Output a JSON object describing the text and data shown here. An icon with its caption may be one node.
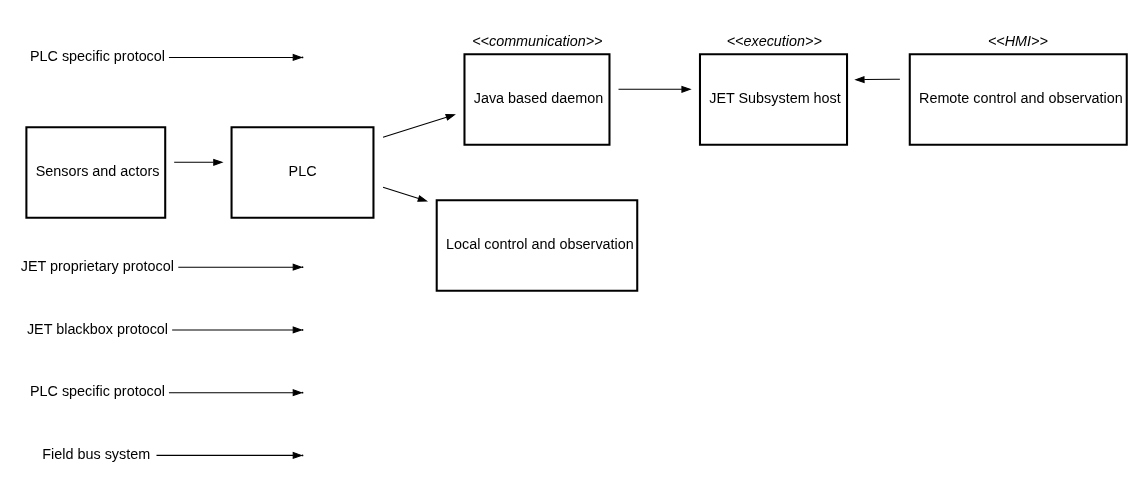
{
  "diagram": {
    "nodes": [
      {
        "text": [
          "Field bus system"
        ]
      },
      {
        "text": [
          "PLC specific protocol"
        ]
      },
      {
        "text": [
          "JET blackbox protocol"
        ]
      },
      {
        "text": [
          "JET proprietary protocol"
        ]
      },
      {
        "text": [
          "Sensors and actors"
        ]
      },
      {
        "text": [
          "PLC"
        ]
      },
      {
        "text": [
          "Java based daemon"
        ],
        "beside": [
          "<<communication>>"
        ]
      },
      {
        "text": [
          "JET Subsystem host"
        ],
        "beside": [
          "<<execution>>"
        ]
      },
      {
        "text": [
          "Remote control and observation"
        ],
        "beside": [
          "<<HMI>>"
        ]
      },
      {
        "text": [
          "PLC specific protocol"
        ]
      },
      {
        "text": [
          "Local control and observation"
        ]
      }
    ],
    "edges": [
      {
        "from": 4,
        "to": 5,
        "arrow": "to"
      },
      {
        "from": 5,
        "to": 6,
        "arrow": "to"
      },
      {
        "from": 6,
        "to": 7,
        "arrow": "to"
      },
      {
        "from": 8,
        "to": 7,
        "arrow": "to"
      },
      {
        "from": 5,
        "to": 10,
        "arrow": "to"
      },
      {
        "from": 0,
        "to": null,
        "arrow": "to"
      },
      {
        "from": 1,
        "to": null,
        "arrow": "to"
      },
      {
        "from": 2,
        "to": null,
        "arrow": "to"
      },
      {
        "from": 3,
        "to": null,
        "arrow": "to"
      },
      {
        "from": 9,
        "to": null,
        "arrow": "to"
      }
    ]
  }
}
